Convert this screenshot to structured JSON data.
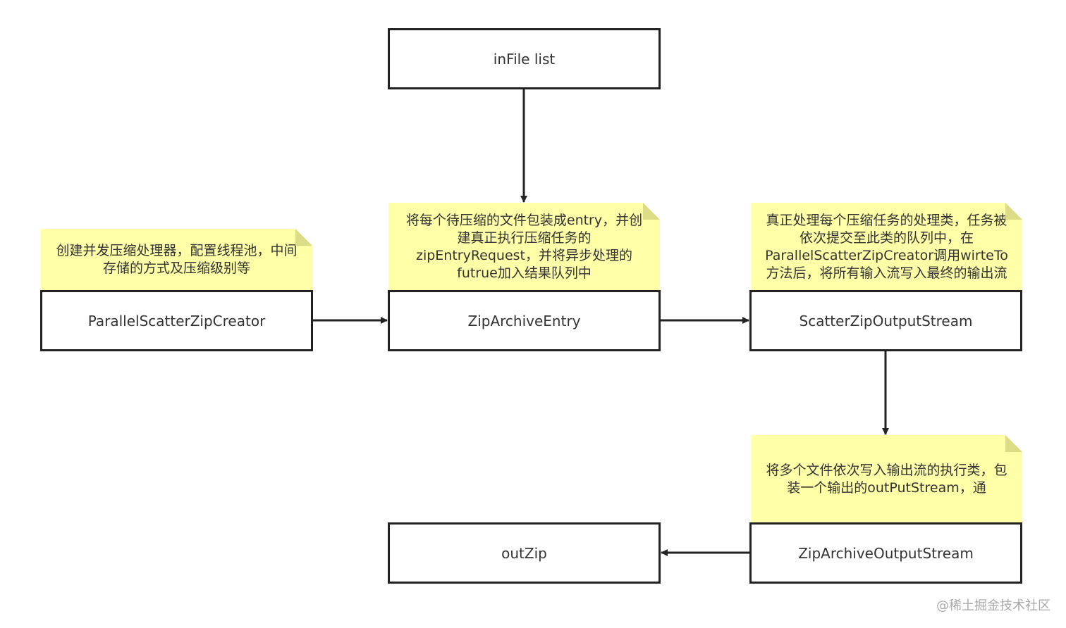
{
  "boxes": {
    "infile": "inFile list",
    "creator": "ParallelScatterZipCreator",
    "entry": "ZipArchiveEntry",
    "scatter": "ScatterZipOutputStream",
    "archive_output": "ZipArchiveOutputStream",
    "outzip": "outZip"
  },
  "notes": {
    "creator": "创建并发压缩处理器，配置线程池，中间存储的方式及压缩级别等",
    "entry": "将每个待压缩的文件包装成entry，并创建真正执行压缩任务的zipEntryRequest，并将异步处理的futrue加入结果队列中",
    "scatter": "真正处理每个压缩任务的处理类，任务被依次提交至此类的队列中，在ParallelScatterZipCreator调用wirteTo方法后，将所有输入流写入最终的输出流",
    "archive_output": "将多个文件依次写入输出流的执行类，包装一个输出的outPutStream，通"
  },
  "watermark": "@稀土掘金技术社区",
  "colors": {
    "note": "#ffffa8",
    "fold": "#dcdc86",
    "stroke": "#222222"
  }
}
